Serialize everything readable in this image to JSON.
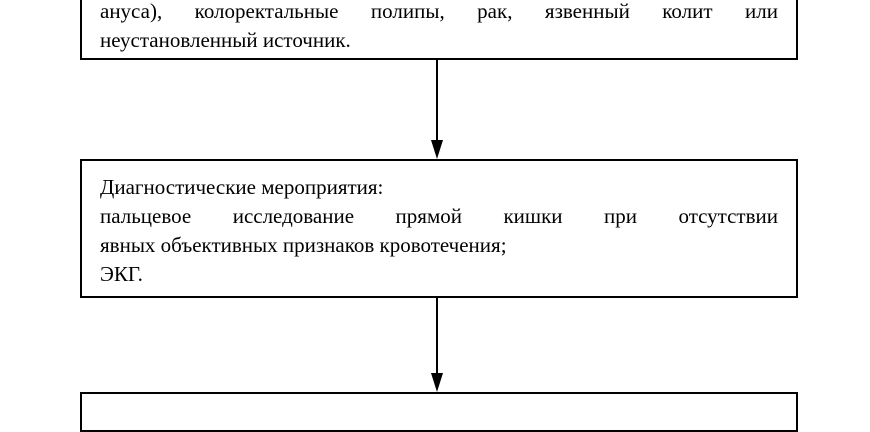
{
  "boxes": [
    {
      "lines": [
        "ануса), колоректальные полипы, рак, язвенный колит или",
        "неустановленный источник."
      ]
    },
    {
      "lines": [
        "Диагностические мероприятия:",
        "пальцевое исследование прямой кишки при отсутствии",
        "явных объективных признаков кровотечения;",
        "ЭКГ."
      ]
    }
  ]
}
